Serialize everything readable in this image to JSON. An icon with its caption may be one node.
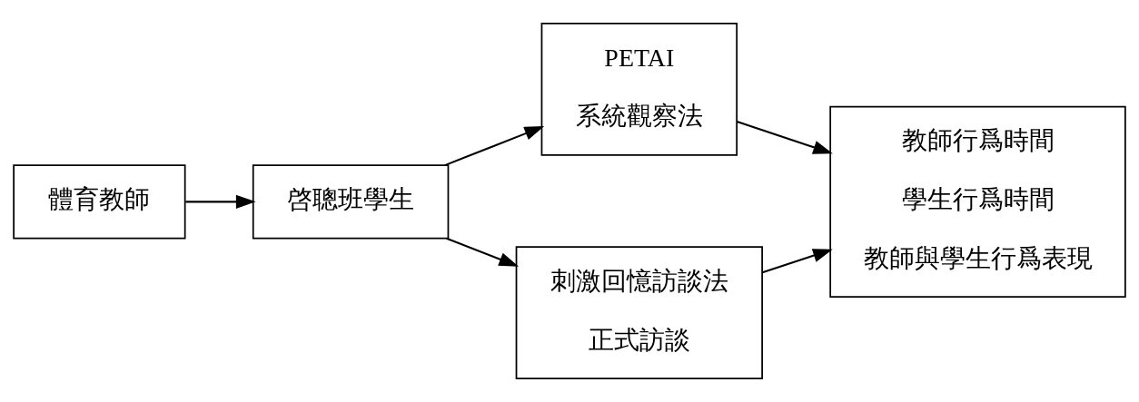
{
  "diagram": {
    "nodes": [
      {
        "text": [
          "體育教師"
        ]
      },
      {
        "text": [
          "啓聰班學生"
        ]
      },
      {
        "text": [
          "PETAI",
          "系統觀察法"
        ]
      },
      {
        "text": [
          "刺激回憶訪談法",
          "正式訪談"
        ]
      },
      {
        "text": [
          "教師行爲時間",
          "學生行爲時間",
          "教師與學生行爲表現"
        ]
      }
    ],
    "edges": [
      {
        "from": 0,
        "to": 1,
        "arrow": "to"
      },
      {
        "from": 1,
        "to": 2,
        "arrow": "to"
      },
      {
        "from": 1,
        "to": 3,
        "arrow": "to"
      },
      {
        "from": 2,
        "to": 4,
        "arrow": "to"
      },
      {
        "from": 3,
        "to": 4,
        "arrow": "to"
      }
    ]
  }
}
